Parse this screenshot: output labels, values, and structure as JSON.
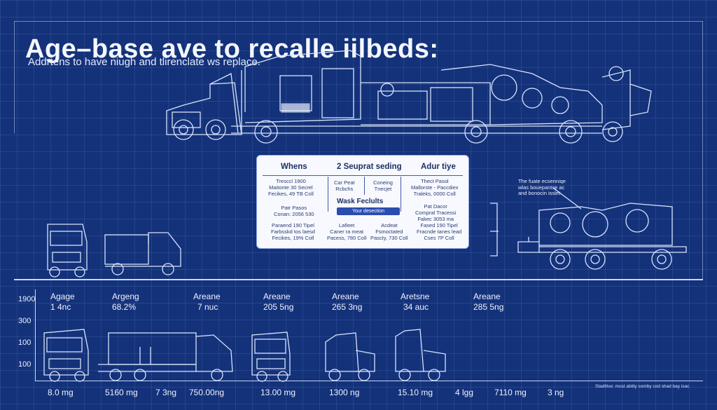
{
  "header": {
    "title": "Age–base ave to recalle iilbeds:",
    "subtitle": "Addrtens to have niugh and tlirenclate ws replace."
  },
  "panel": {
    "col1_header": "Whens",
    "col2_header": "2 Seuprat seding",
    "col3_header": "Adur tiye",
    "col1_block1": [
      "Tresccl 1900",
      "Maitonte 30 Secrel",
      "Fecikes, 49 TB Coll"
    ],
    "col1_block2": [
      "Patr Pasos",
      "Conan: 2056 530"
    ],
    "col1_block3": [
      "Paraend 190 Tipel",
      "Farbsskd tos laesd",
      "Fecikes, 19% Coll"
    ],
    "col2_left": [
      "Car Peat",
      "Rcbchs"
    ],
    "col2_right": [
      "Coneing",
      "Tnecjet"
    ],
    "wash_label": "Wask Feclults",
    "wash_button": "Your desection",
    "col2_bottom_left": [
      "Lafieet",
      "Caner ra meat",
      "Pacess, 780 Coll"
    ],
    "col2_bottom_right": [
      "Acdeat",
      "Fsmoctated",
      "Pascty, 730 Coll"
    ],
    "col3_block1": [
      "Thect Pasol",
      "Mallorste - Paccdiex",
      "Traleks, 0000 Coll"
    ],
    "col3_block2": [
      "Pat Dacor",
      "Compral Tracessi",
      "Fakec 3053 ma"
    ],
    "col3_block3": [
      "Fased 190 Tipel",
      "Fracnde tanes lead",
      "Cses 7P Coll"
    ]
  },
  "side_note": [
    "The fuate ecsenniqe",
    "wlas bouepantse ac",
    "and bonocin isslet"
  ],
  "chart": {
    "y_ticks": [
      "1900",
      "300",
      "100",
      "100"
    ],
    "columns": [
      {
        "label": "Agage",
        "value": "1 4nc"
      },
      {
        "label": "Argeng",
        "value": "68.2%"
      },
      {
        "label": "Areane",
        "value": "7 nuc"
      },
      {
        "label": "Areane",
        "value": "205 5ng"
      },
      {
        "label": "Areane",
        "value": "265 3ng"
      },
      {
        "label": "Aretsne",
        "value": "34 auc"
      },
      {
        "label": "Areane",
        "value": "285 5ng"
      }
    ],
    "x_labels": [
      "8.0 mg",
      "5160 mg",
      "7 3ng",
      "750.00ng",
      "13.00 mg",
      "1300 ng",
      "15.10 mg",
      "4 lgg",
      "7110 mg",
      "3 ng"
    ],
    "footnote": "Stadtlive: most ablity somby cod shad bay isac"
  },
  "colors": {
    "background": "#14327a",
    "line": "#c8d6f6",
    "panel": "#f7f9ff",
    "accent": "#2a4db0"
  }
}
